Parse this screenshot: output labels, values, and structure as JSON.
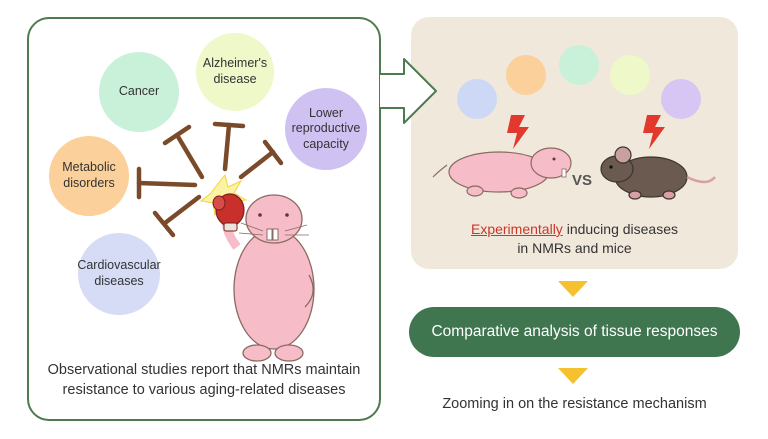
{
  "left_panel": {
    "diseases": [
      {
        "label": "Cancer",
        "color": "#c9f0d9"
      },
      {
        "label": "Alzheimer's disease",
        "color": "#eef8c8"
      },
      {
        "label": "Lower reproductive capacity",
        "color": "#cfc2f2"
      },
      {
        "label": "Metabolic disorders",
        "color": "#fbd09a"
      },
      {
        "label": "Cardiovascular diseases",
        "color": "#d6dcf6"
      }
    ],
    "caption_line1": "Observational studies report that NMRs maintain",
    "caption_line2": "resistance to various aging-related diseases"
  },
  "right_panel": {
    "disease_ball_colors": [
      "#cdd8f6",
      "#fbd09a",
      "#c9f0d9",
      "#eef8c8",
      "#d7c6f4"
    ],
    "vs_label": "VS",
    "caption_highlight": "Experimentally",
    "caption_rest": " inducing diseases",
    "caption_line2": "in NMRs and mice"
  },
  "flow": {
    "step_box": "Comparative analysis of tissue responses",
    "final_step": "Zooming in on the resistance mechanism"
  },
  "colors": {
    "panel_border": "#4e7a50",
    "right_panel_bg": "#f1e8dc",
    "step_box_bg": "#3f7650",
    "arrow_yellow": "#f5c12e",
    "highlight_red": "#c8372a"
  }
}
